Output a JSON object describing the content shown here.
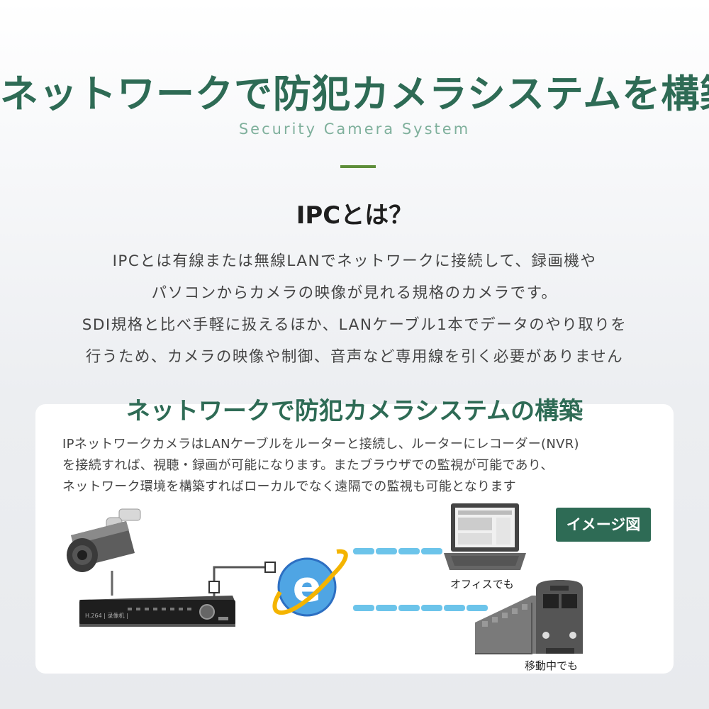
{
  "header": {
    "title": "ネットワークで防犯カメラシステムを構築",
    "subtitle": "Security Camera System"
  },
  "section": {
    "heading": "IPCとは？",
    "paragraph_lines": [
      "IPCとは有線または無線LANでネットワークに接続して、録画機や",
      "パソコンからカメラの映像が見れる規格のカメラです。",
      "SDI規格と比べ手軽に扱えるほか、LANケーブル1本でデータのやり取りを",
      "行うため、カメラの映像や制御、音声など専用線を引く必要がありません"
    ]
  },
  "card": {
    "title": "ネットワークで防犯カメラシステムの構築",
    "description_lines": [
      "IPネットワークカメラはLANケーブルをルーターと接続し、ルーターにレコーダー(NVR)",
      "を接続すれば、視聴・録画が可能になります。またブラウザでの監視が可能であり、",
      "ネットワーク環境を構築すればローカルでなく遠隔での監視も可能となります"
    ],
    "badge": "イメージ図",
    "diagram": {
      "office_label": "オフィスでも",
      "moving_label": "移動中でも",
      "recorder_text": "H.264 |  |"
    }
  },
  "colors": {
    "brand_green": "#2e6b55",
    "subtitle_green": "#7fb09c",
    "divider_green": "#5e8e3a",
    "link_blue": "#6cc4ea"
  },
  "icons": [
    "bullet-camera-icon",
    "nvr-recorder-icon",
    "browser-e-icon",
    "laptop-icon",
    "train-icon",
    "lan-plug-icon"
  ]
}
